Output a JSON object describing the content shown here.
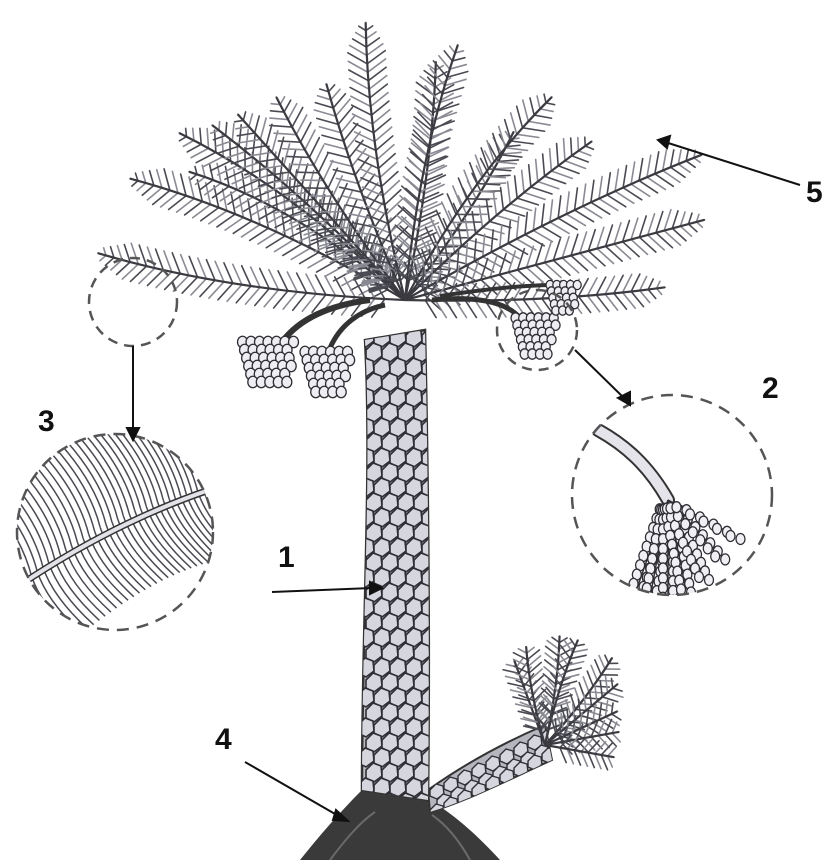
{
  "labels": {
    "trunk": "1",
    "fruit_cluster": "2",
    "leaf_detail": "3",
    "base": "4",
    "crown_leaf": "5"
  },
  "colors": {
    "ink": "#2b2b2b",
    "leaf": "#8a8a93",
    "leaf_dark": "#4a4a52",
    "trunk_fill": "#b9b9c2",
    "base": "#3a3a3a",
    "dashed": "#555555"
  }
}
